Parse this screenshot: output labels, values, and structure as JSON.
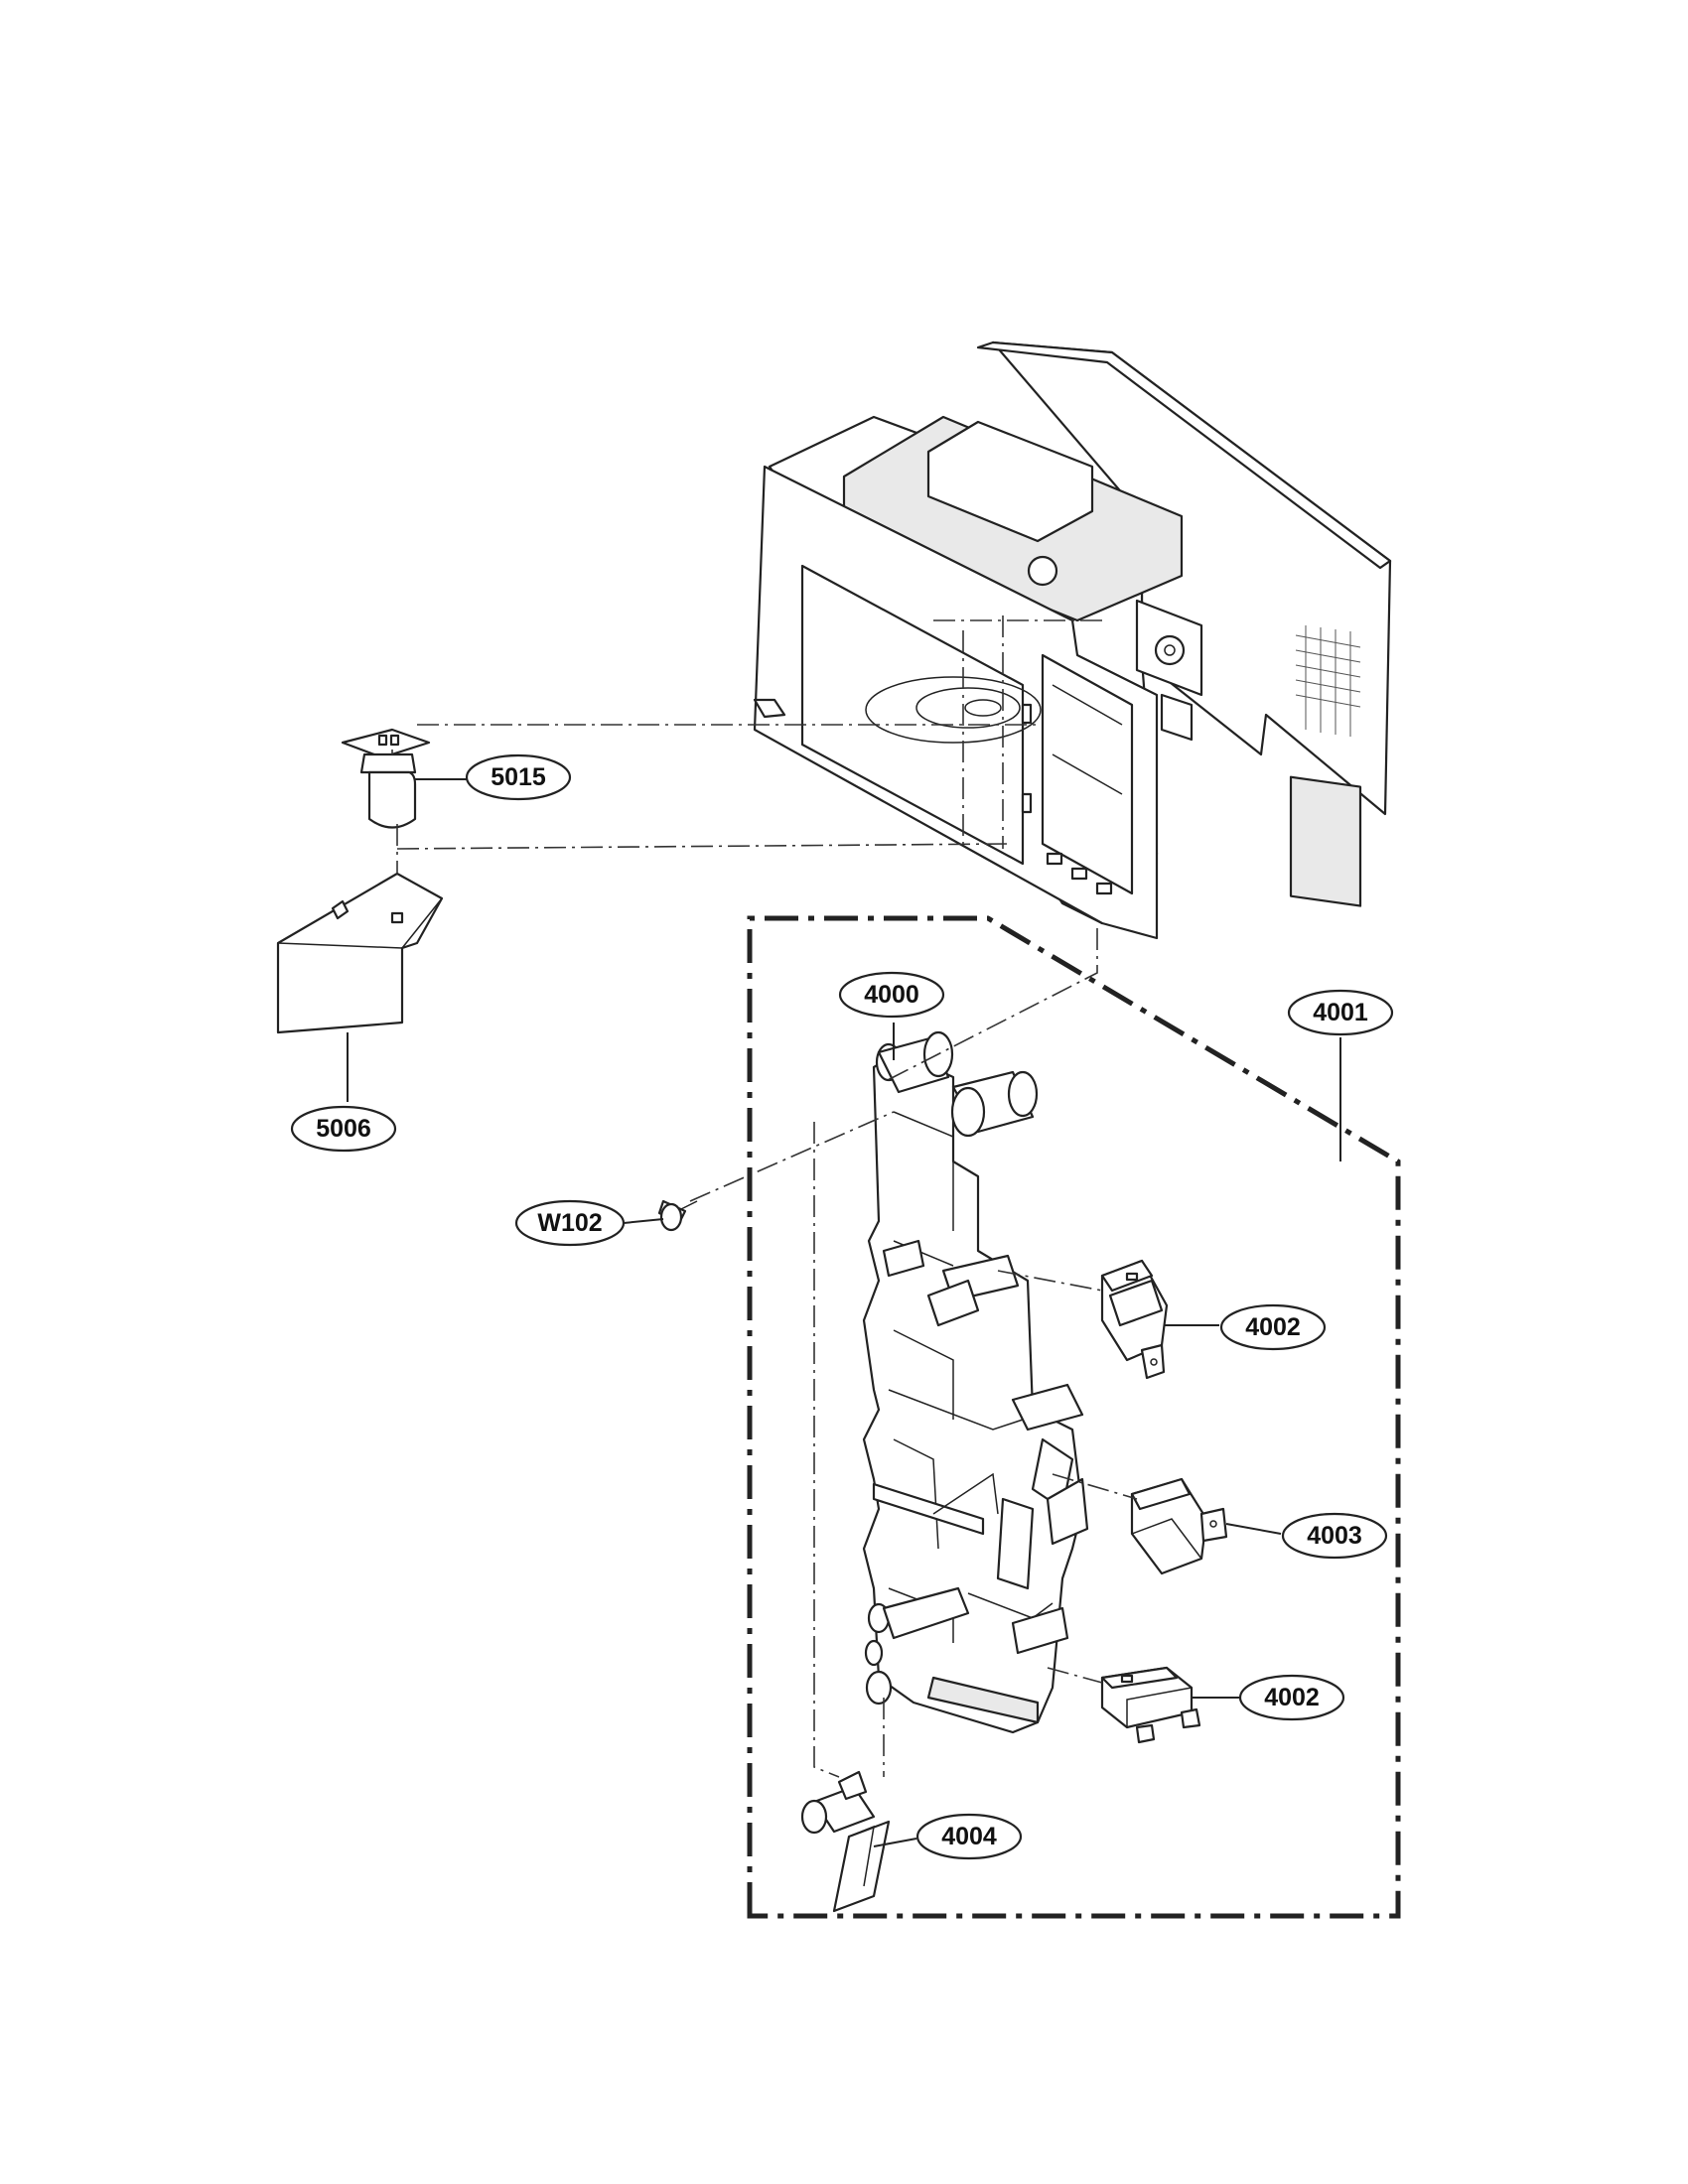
{
  "callouts": {
    "c5015": "5015",
    "c5006": "5006",
    "c4000": "4000",
    "c4001": "4001",
    "cw102": "W102",
    "c4002a": "4002",
    "c4003": "4003",
    "c4002b": "4002",
    "c4004": "4004"
  },
  "colors": {
    "line": "#222222",
    "background": "#ffffff"
  }
}
